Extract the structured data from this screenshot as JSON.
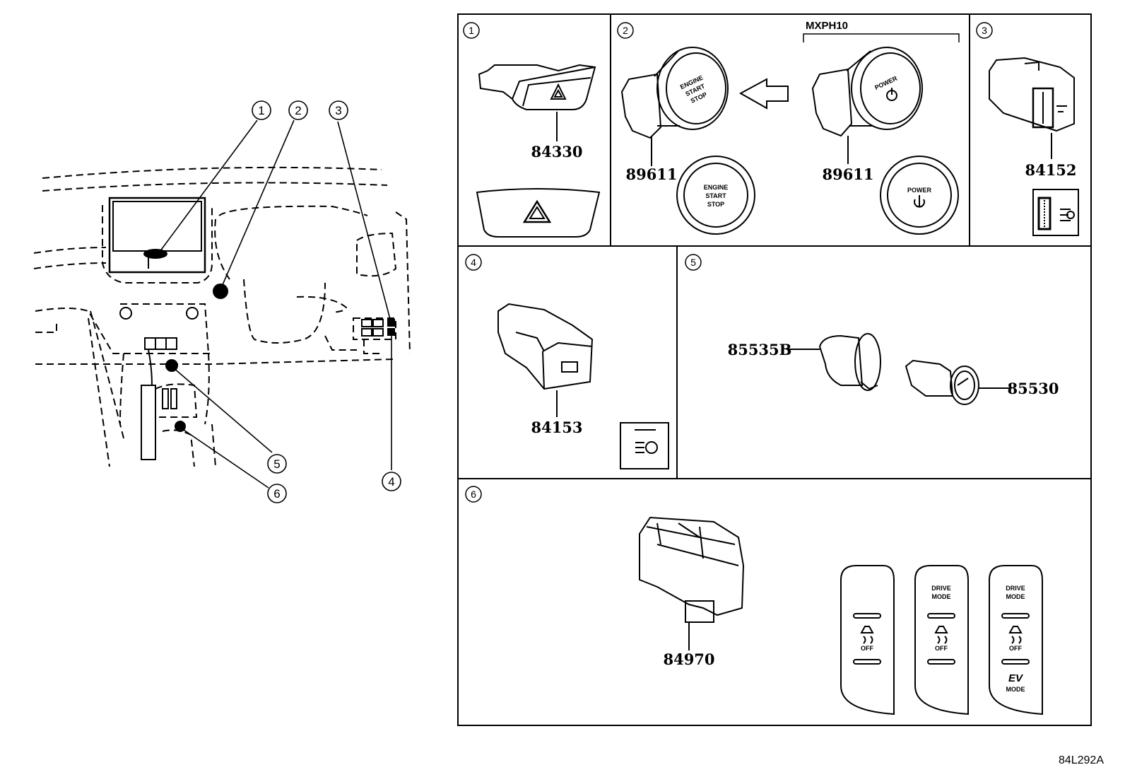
{
  "callouts": [
    "1",
    "2",
    "3",
    "4",
    "5",
    "6"
  ],
  "panels": {
    "p1": {
      "num": "1",
      "part": "84330"
    },
    "p2": {
      "num": "2",
      "variant": "MXPH10",
      "part_left": "89611",
      "part_right": "89611",
      "btn_engine": [
        "ENGINE",
        "START",
        "STOP"
      ],
      "btn_power": "POWER"
    },
    "p3": {
      "num": "3",
      "part": "84152"
    },
    "p4": {
      "num": "4",
      "part": "84153"
    },
    "p5": {
      "num": "5",
      "part_left": "85535B",
      "part_right": "85530"
    },
    "p6": {
      "num": "6",
      "part": "84970",
      "switch_drive": [
        "DRIVE",
        "MODE"
      ],
      "switch_off": "OFF",
      "switch_ev": [
        "EV",
        "MODE"
      ]
    }
  },
  "diagram_code": "84L292A"
}
